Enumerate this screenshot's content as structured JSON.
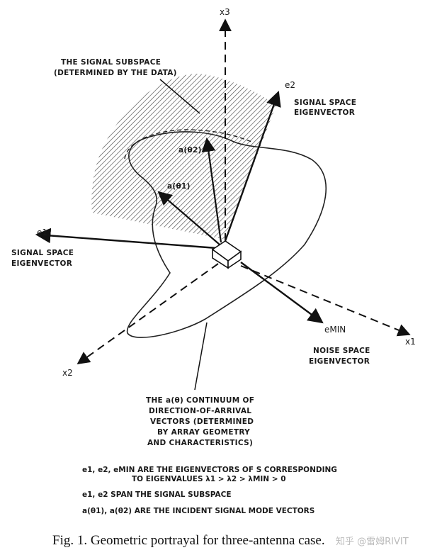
{
  "figure": {
    "labels": {
      "x3": "x3",
      "x1": "x1",
      "x2": "x2",
      "e1": "e1",
      "e2": "e2",
      "emin": "eMIN",
      "signal_subspace_line1": "THE SIGNAL SUBSPACE",
      "signal_subspace_line2": "(DETERMINED BY THE DATA)",
      "e2_desc_line1": "SIGNAL SPACE",
      "e2_desc_line2": "EIGENVECTOR",
      "e1_desc_line1": "SIGNAL SPACE",
      "e1_desc_line2": "EIGENVECTOR",
      "emin_desc_line1": "NOISE SPACE",
      "emin_desc_line2": "EIGENVECTOR",
      "a_theta2": "a(θ2)",
      "a_theta1": "a(θ1)",
      "continuum_line1": "THE a(θ) CONTINUUM OF",
      "continuum_line2": "DIRECTION-OF-ARRIVAL",
      "continuum_line3": "VECTORS (DETERMINED",
      "continuum_line4": "BY ARRAY GEOMETRY",
      "continuum_line5": "AND CHARACTERISTICS)"
    },
    "legend": {
      "line1": "e1, e2, eMIN ARE THE EIGENVECTORS OF S CORRESPONDING",
      "line2": "TO EIGENVALUES λ1 > λ2 > λMIN > 0",
      "line3": "e1, e2 SPAN THE SIGNAL SUBSPACE",
      "line4": "a(θ1), a(θ2) ARE THE INCIDENT SIGNAL MODE VECTORS"
    },
    "caption": "Fig. 1.   Geometric portrayal for three-antenna case.",
    "watermark": "知乎 @雷姆RIVIT"
  }
}
